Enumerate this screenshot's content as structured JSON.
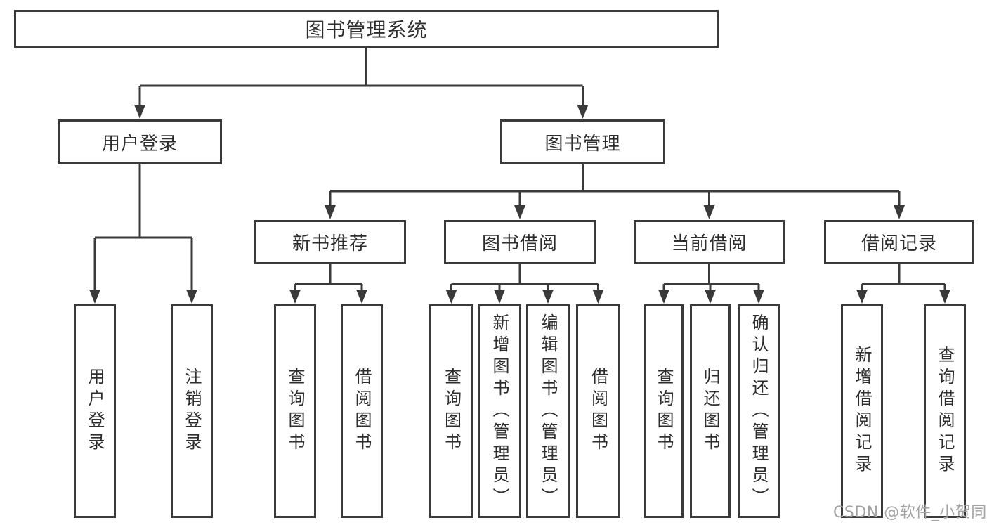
{
  "colors": {
    "line": "#3a3a3a",
    "text": "#2e2e2e",
    "watermark_gray": "#a3a3a3",
    "background": "#ffffff"
  },
  "tree": {
    "root": {
      "label": "图书管理系统"
    },
    "level2": [
      {
        "id": "user-login",
        "label": "用户登录"
      },
      {
        "id": "book-management",
        "label": "图书管理"
      }
    ],
    "level3": [
      {
        "id": "new-book-recommend",
        "label": "新书推荐"
      },
      {
        "id": "book-borrowing",
        "label": "图书借阅"
      },
      {
        "id": "current-borrowing",
        "label": "当前借阅"
      },
      {
        "id": "borrowing-records",
        "label": "借阅记录"
      }
    ],
    "leaves": [
      {
        "id": "user-login-leaf",
        "label": "用户登录",
        "parent": "用户登录"
      },
      {
        "id": "logout",
        "label": "注销登录",
        "parent": "用户登录"
      },
      {
        "id": "query-books-recommend",
        "label": "查询图书",
        "parent": "新书推荐"
      },
      {
        "id": "borrow-books-recommend",
        "label": "借阅图书",
        "parent": "新书推荐"
      },
      {
        "id": "query-books-borrowing",
        "label": "查询图书",
        "parent": "图书借阅"
      },
      {
        "id": "add-books-admin",
        "label": "新增图书（管理员）",
        "parent": "图书借阅"
      },
      {
        "id": "edit-books-admin",
        "label": "编辑图书（管理员）",
        "parent": "图书借阅"
      },
      {
        "id": "borrow-books",
        "label": "借阅图书",
        "parent": "图书借阅"
      },
      {
        "id": "query-books-current",
        "label": "查询图书",
        "parent": "当前借阅"
      },
      {
        "id": "return-books",
        "label": "归还图书",
        "parent": "当前借阅"
      },
      {
        "id": "confirm-return-admin",
        "label": "确认归还（管理员）",
        "parent": "当前借阅"
      },
      {
        "id": "add-borrow-record",
        "label": "新增借阅记录",
        "parent": "借阅记录"
      },
      {
        "id": "query-borrow-record",
        "label": "查询借阅记录",
        "parent": "借阅记录"
      }
    ]
  },
  "watermark": {
    "text": "CSDN @软件_小贺同学"
  }
}
